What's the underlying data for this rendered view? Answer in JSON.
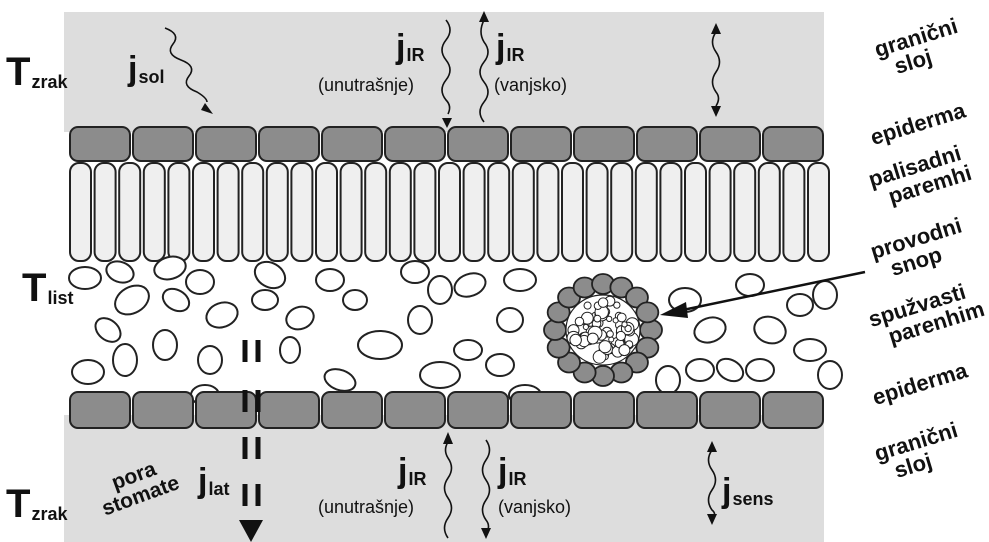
{
  "temperatures": {
    "air_top": {
      "main": "T",
      "sub": "zrak"
    },
    "leaf": {
      "main": "T",
      "sub": "list"
    },
    "air_bottom": {
      "main": "T",
      "sub": "zrak"
    }
  },
  "fluxes": {
    "solar": {
      "main": "j",
      "sub": "sol"
    },
    "ir_in_top": {
      "main": "j",
      "sub": "IR",
      "note": "(unutrašnje)"
    },
    "ir_out_top": {
      "main": "j",
      "sub": "IR",
      "note": "(vanjsko)"
    },
    "latent": {
      "main": "j",
      "sub": "lat"
    },
    "ir_in_bottom": {
      "main": "j",
      "sub": "IR",
      "note": "(unutrašnje)"
    },
    "ir_out_bottom": {
      "main": "j",
      "sub": "IR",
      "note": "(vanjsko)"
    },
    "sensible": {
      "main": "j",
      "sub": "sens"
    }
  },
  "layers": {
    "boundary_top": [
      "granični",
      "sloj"
    ],
    "epidermis_top": "epiderma",
    "palisade": [
      "palisadni",
      "paremhi"
    ],
    "vascular_bundle": [
      "provodni",
      "snop"
    ],
    "spongy": [
      "spužvasti",
      "parenhim"
    ],
    "epidermis_bottom": "epiderma",
    "boundary_bottom": [
      "granični",
      "sloj"
    ]
  },
  "stomata_label": [
    "pora",
    "stomate"
  ],
  "colors": {
    "boundary_layer": "#dddddd",
    "epidermis": "#8c8c8c",
    "palisade": "#efefef",
    "cell_stroke": "#222222",
    "text": "#111111"
  }
}
